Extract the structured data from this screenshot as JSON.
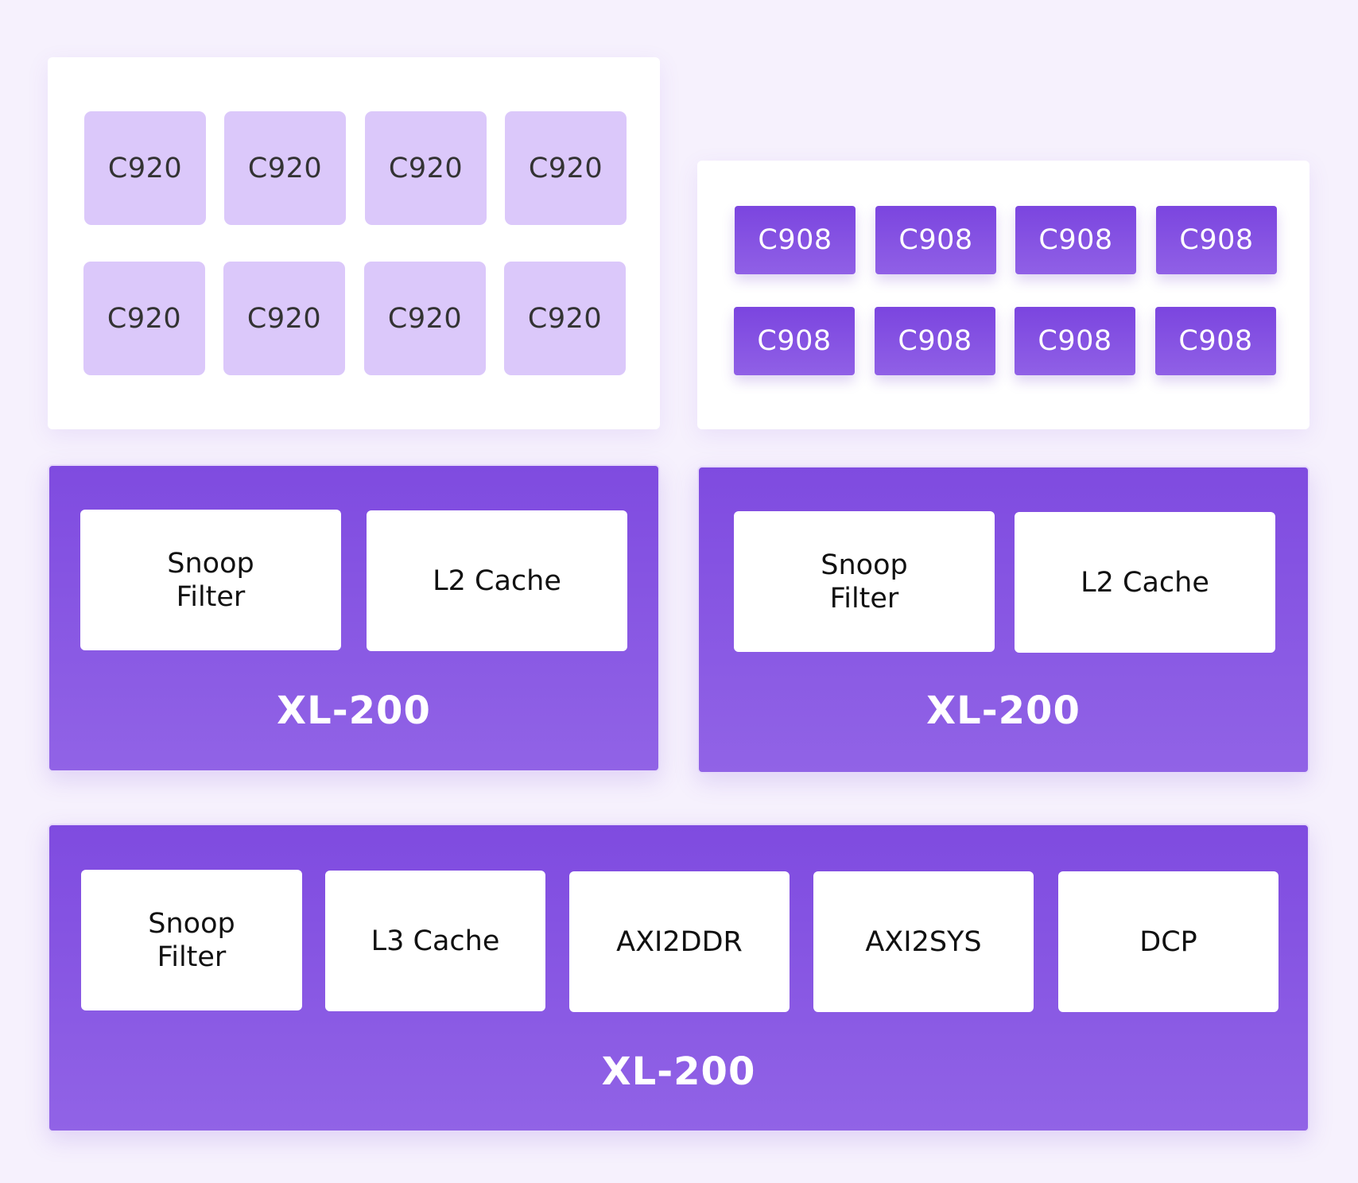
{
  "top_left": {
    "cores": [
      "C920",
      "C920",
      "C920",
      "C920",
      "C920",
      "C920",
      "C920",
      "C920"
    ]
  },
  "top_right": {
    "cores": [
      "C908",
      "C908",
      "C908",
      "C908",
      "C908",
      "C908",
      "C908",
      "C908"
    ]
  },
  "cluster_left": {
    "blocks": [
      "Snoop\nFilter",
      "L2 Cache"
    ],
    "label": "XL-200"
  },
  "cluster_right": {
    "blocks": [
      "Snoop\nFilter",
      "L2 Cache"
    ],
    "label": "XL-200"
  },
  "bottom": {
    "blocks": [
      "Snoop\nFilter",
      "L3 Cache",
      "AXI2DDR",
      "AXI2SYS",
      "DCP"
    ],
    "label": "XL-200"
  },
  "colors": {
    "background": "#f6f1fd",
    "light_core": "#dbc8fa",
    "purple": "#7f4be0",
    "white": "#ffffff"
  }
}
